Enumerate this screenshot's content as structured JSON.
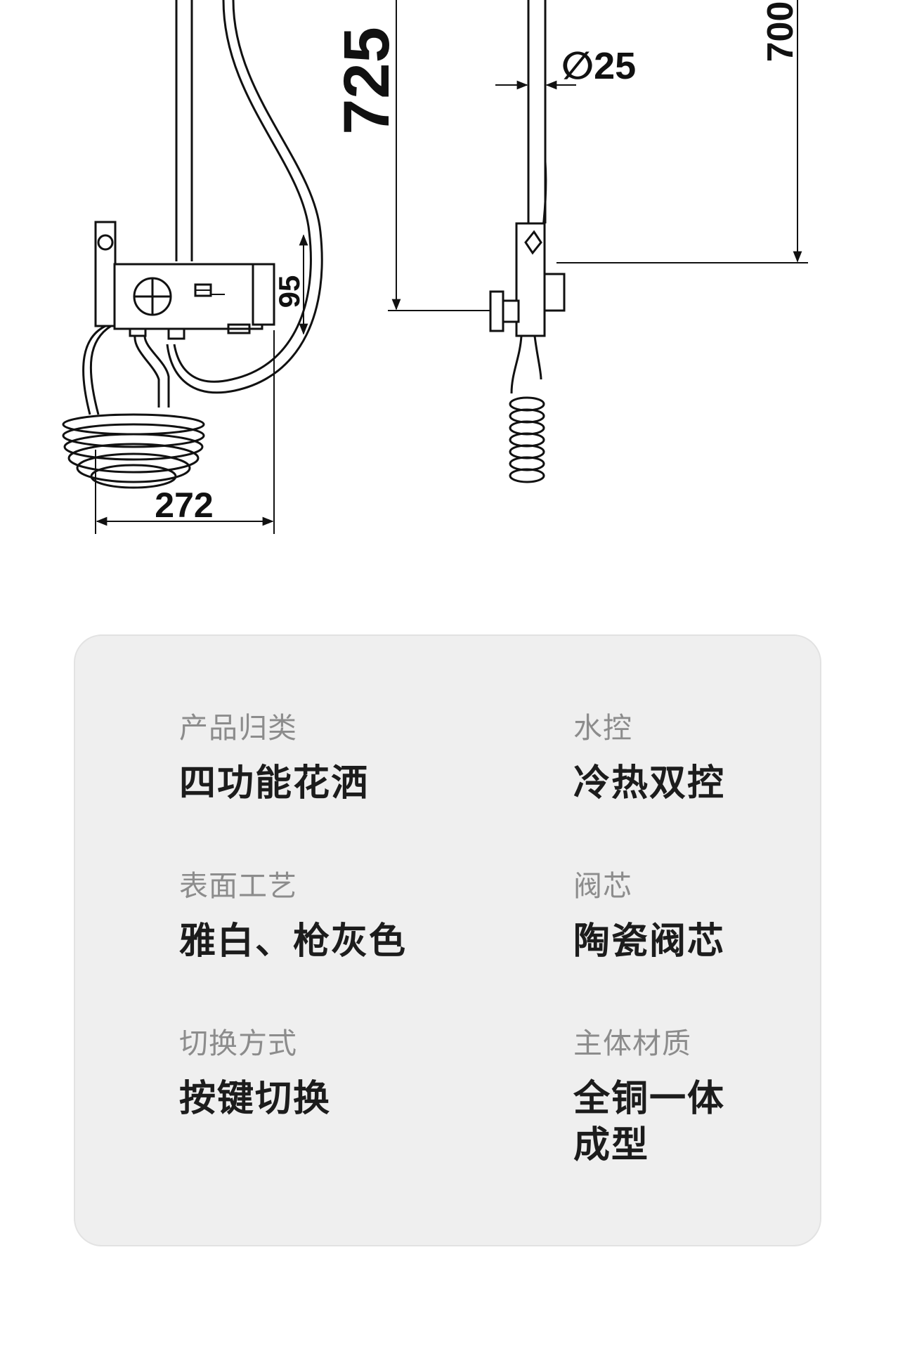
{
  "drawing": {
    "dimensions": {
      "height_main": "725",
      "height_side": "700",
      "pipe_diameter": "∅25",
      "panel_height": "95",
      "width": "272"
    }
  },
  "specs": {
    "items": [
      {
        "label": "产品归类",
        "value": "四功能花洒"
      },
      {
        "label": "水控",
        "value": "冷热双控"
      },
      {
        "label": "表面工艺",
        "value": "雅白、枪灰色"
      },
      {
        "label": "阀芯",
        "value": "陶瓷阀芯"
      },
      {
        "label": "切换方式",
        "value": "按键切换"
      },
      {
        "label": "主体材质",
        "value": "全铜一体\n成型"
      }
    ]
  }
}
